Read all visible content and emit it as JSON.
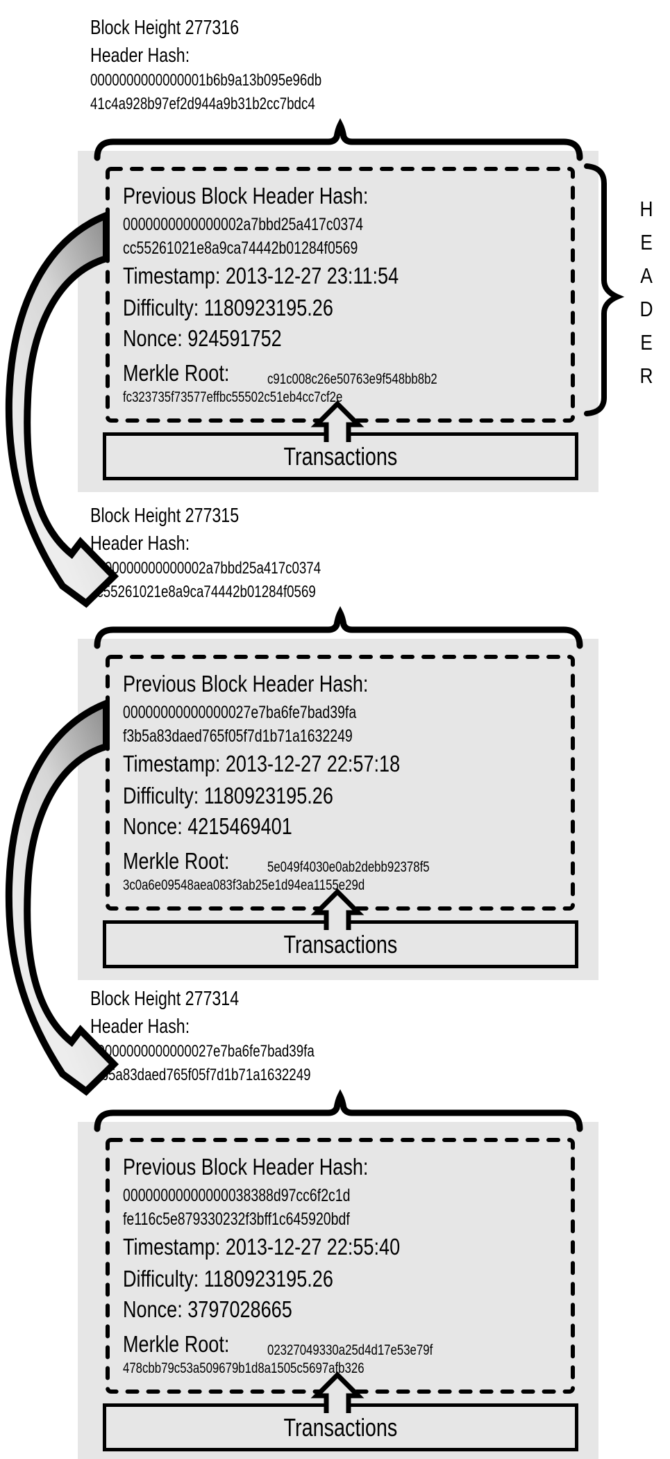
{
  "blocks": [
    {
      "label": {
        "height_line": "Block Height 277316",
        "hash_title": "Header Hash:",
        "hash_line1": "0000000000000001b6b9a13b095e96db",
        "hash_line2": "41c4a928b97ef2d944a9b31b2cc7bdc4"
      },
      "header": {
        "prev_hash_label": "Previous Block Header Hash:",
        "prev_hash_line1": "0000000000000002a7bbd25a417c0374",
        "prev_hash_line2": "cc55261021e8a9ca74442b01284f0569",
        "timestamp": "Timestamp: 2013-12-27 23:11:54",
        "difficulty": "Difficulty: 1180923195.26",
        "nonce": "Nonce: 924591752",
        "merkle_label": "Merkle Root:",
        "merkle_line1": "c91c008c26e50763e9f548bb8b2",
        "merkle_line2": "fc323735f73577effbc55502c51eb4cc7cf2e"
      },
      "transactions_label": "Transactions"
    },
    {
      "label": {
        "height_line": "Block Height 277315",
        "hash_title": "Header Hash:",
        "hash_line1": "0000000000000002a7bbd25a417c0374",
        "hash_line2": "cc55261021e8a9ca74442b01284f0569"
      },
      "header": {
        "prev_hash_label": "Previous Block Header Hash:",
        "prev_hash_line1": "00000000000000027e7ba6fe7bad39fa",
        "prev_hash_line2": "f3b5a83daed765f05f7d1b71a1632249",
        "timestamp": "Timestamp: 2013-12-27 22:57:18",
        "difficulty": "Difficulty: 1180923195.26",
        "nonce": "Nonce: 4215469401",
        "merkle_label": "Merkle Root:",
        "merkle_line1": "5e049f4030e0ab2debb92378f5",
        "merkle_line2": "3c0a6e09548aea083f3ab25e1d94ea1155e29d"
      },
      "transactions_label": "Transactions"
    },
    {
      "label": {
        "height_line": "Block Height 277314",
        "hash_title": "Header Hash:",
        "hash_line1": "00000000000000027e7ba6fe7bad39fa",
        "hash_line2": "f3b5a83daed765f05f7d1b71a1632249"
      },
      "header": {
        "prev_hash_label": "Previous Block Header Hash:",
        "prev_hash_line1": "00000000000000038388d97cc6f2c1d",
        "prev_hash_line2": "fe116c5e879330232f3bff1c645920bdf",
        "timestamp": "Timestamp: 2013-12-27 22:55:40",
        "difficulty": "Difficulty: 1180923195.26",
        "nonce": "Nonce: 3797028665",
        "merkle_label": "Merkle Root:",
        "merkle_line1": "02327049330a25d4d17e53e79f",
        "merkle_line2": "478cbb79c53a509679b1d8a1505c5697afb326"
      },
      "transactions_label": "Transactions"
    }
  ],
  "brace": {
    "letters": [
      "H",
      "E",
      "A",
      "D",
      "E",
      "R"
    ]
  },
  "colors": {
    "block_bg": "#e6e6e6",
    "outline": "#000000",
    "arrow_dark": "#949494",
    "arrow_light": "#ededed"
  }
}
